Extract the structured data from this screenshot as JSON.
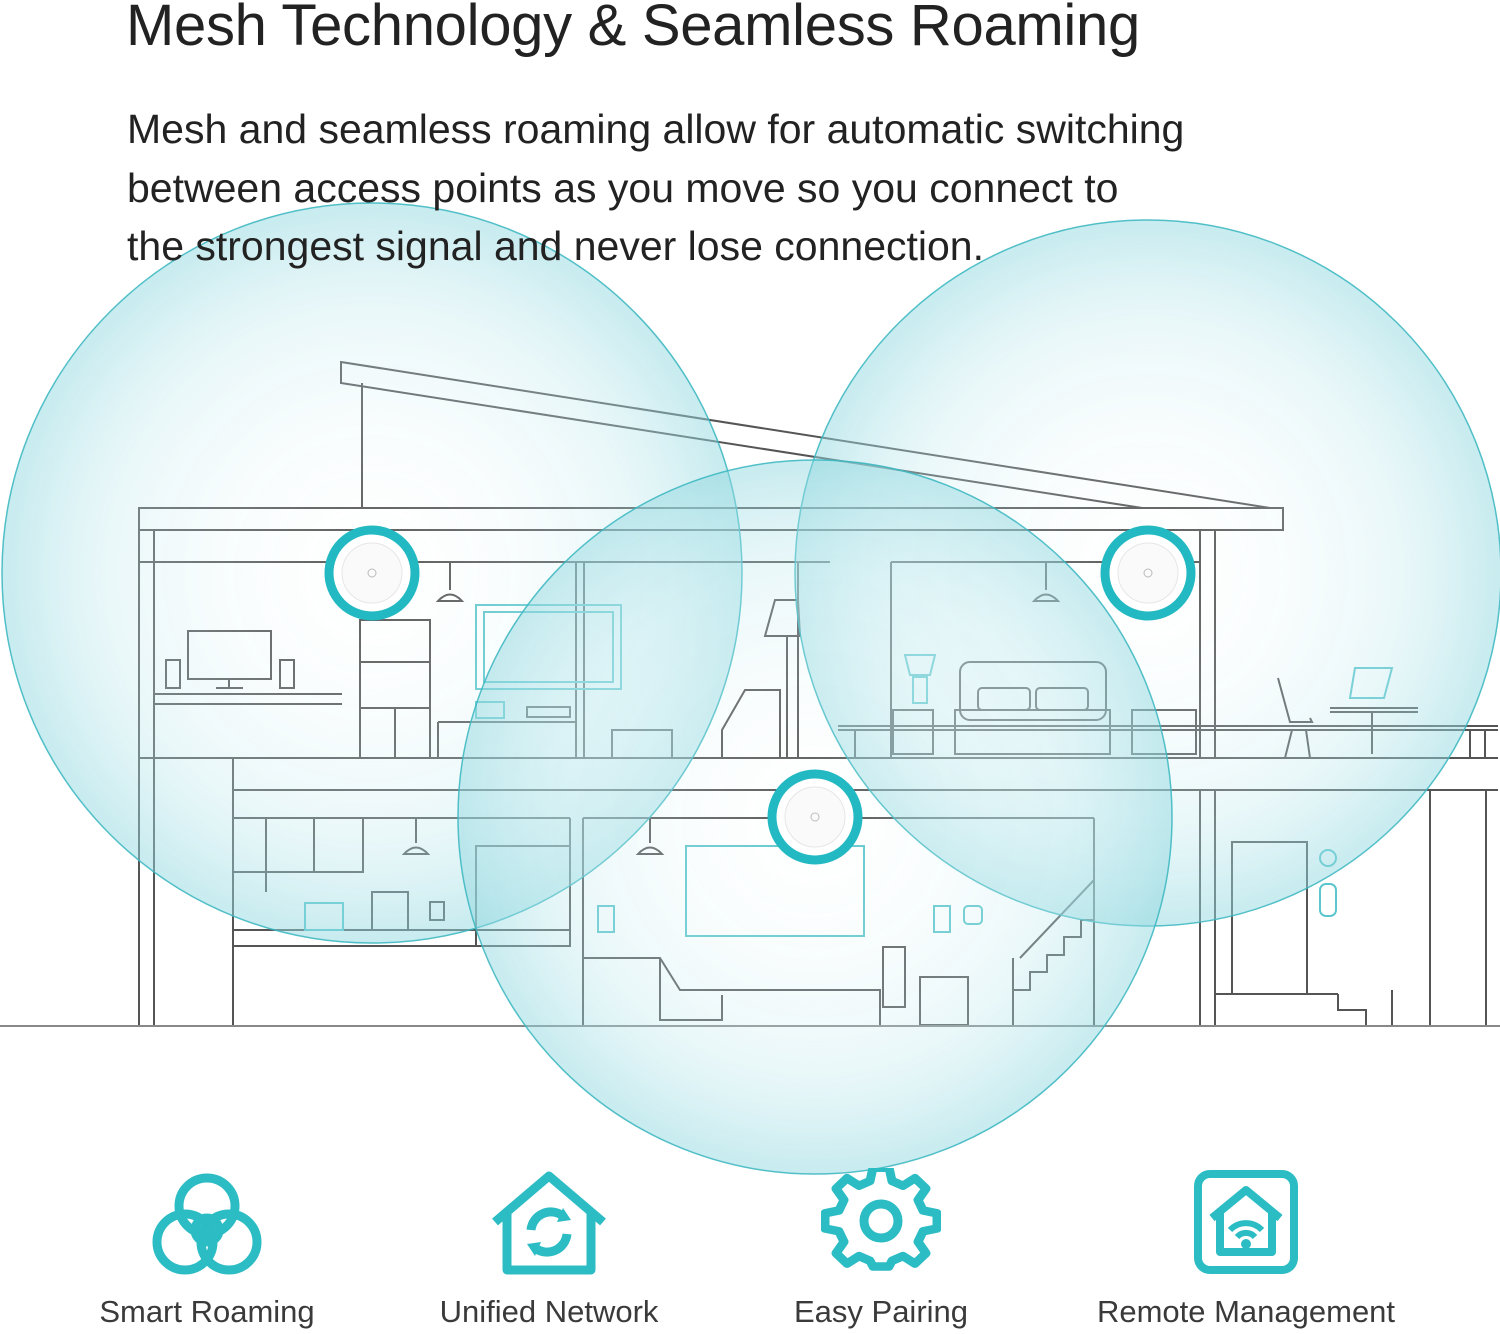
{
  "header": {
    "title": "Mesh Technology & Seamless Roaming",
    "description_lines": [
      "Mesh and seamless roaming allow for automatic switching",
      "between access points as you move so you connect to",
      "the strongest signal and never lose connection."
    ]
  },
  "illustration": {
    "accent_color": "#2cbcc4",
    "coverage_fill": "#bfe9ee",
    "line_color": "#555555",
    "access_points": [
      {
        "name": "access-point-left",
        "icon": "ceiling-access-point-icon"
      },
      {
        "name": "access-point-right",
        "icon": "ceiling-access-point-icon"
      },
      {
        "name": "access-point-center",
        "icon": "ceiling-access-point-icon"
      }
    ]
  },
  "features": [
    {
      "label": "Smart Roaming",
      "icon": "smart-roaming-icon"
    },
    {
      "label": "Unified Network",
      "icon": "unified-network-icon"
    },
    {
      "label": "Easy Pairing",
      "icon": "easy-pairing-gear-icon"
    },
    {
      "label": "Remote Management",
      "icon": "remote-management-house-icon"
    }
  ]
}
